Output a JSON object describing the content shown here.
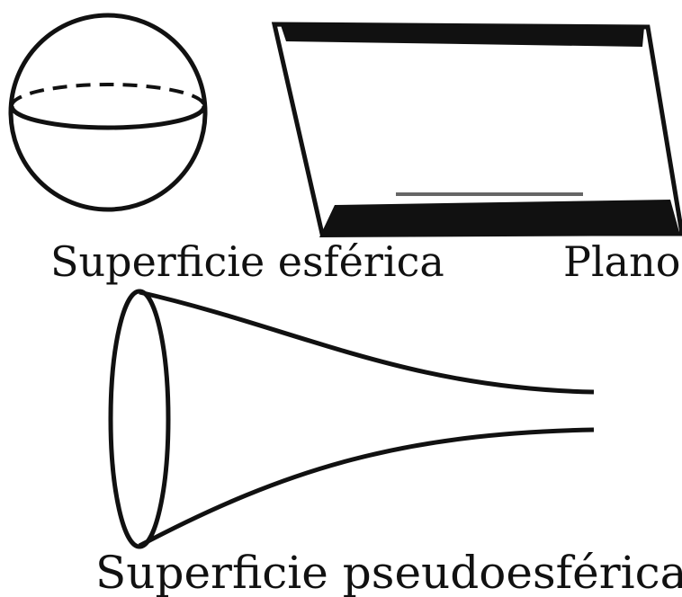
{
  "labels": {
    "sphere": "Superficie esférica",
    "plane": "Plano",
    "pseudosphere": "Superficie pseudoesférica"
  },
  "colors": {
    "stroke": "#111111",
    "background": "#ffffff"
  }
}
